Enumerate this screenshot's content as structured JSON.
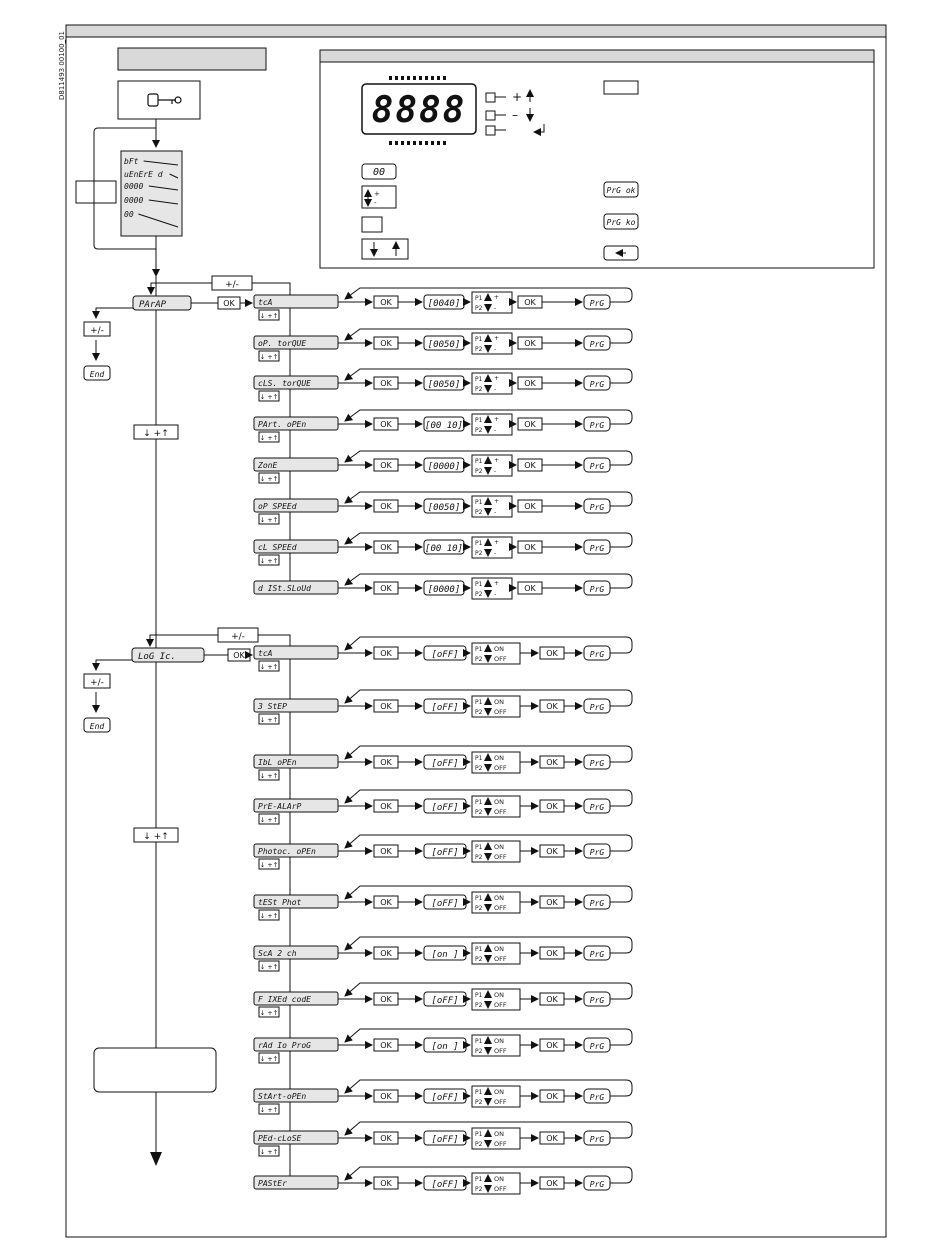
{
  "doc_code": "D811493 00100_01",
  "display": {
    "digits": "8888",
    "btn_plus": "+",
    "btn_minus": "–",
    "icon_zero": "00",
    "status_ok": "PrG ok",
    "status_ko": "PrG ko"
  },
  "lcd_lines": [
    "bFt",
    "uEnErE d",
    "0000",
    "0000",
    "00"
  ],
  "parameters": {
    "menu": "PArAP",
    "nav_plus_minus": "+/-",
    "nav_down_up": "↓ +↑",
    "end": "End",
    "ok": "OK",
    "prg": "PrG",
    "items": [
      {
        "label": "tcA",
        "value": "[0040]"
      },
      {
        "label": "oP. torQUE",
        "value": "[0050]"
      },
      {
        "label": "cLS. torQUE",
        "value": "[0050]"
      },
      {
        "label": "PArt. oPEn",
        "value": "[00 10]"
      },
      {
        "label": "ZonE",
        "value": "[0000]"
      },
      {
        "label": "oP SPEEd",
        "value": "[0050]"
      },
      {
        "label": "cL SPEEd",
        "value": "[00 10]"
      },
      {
        "label": "d ISt.SLoUd",
        "value": "[0000]"
      }
    ]
  },
  "logic": {
    "menu": "LoG Ic.",
    "nav_plus_minus": "+/-",
    "nav_down_up": "↓ +↑",
    "end": "End",
    "ok": "OK",
    "prg": "PrG",
    "on": "ON",
    "off": "OFF",
    "p1": "P1",
    "p2": "P2",
    "items": [
      {
        "label": "tcA",
        "value": "[oFF]"
      },
      {
        "label": "3 StEP",
        "value": "[oFF]"
      },
      {
        "label": "IbL oPEn",
        "value": "[oFF]"
      },
      {
        "label": "PrE-ALArP",
        "value": "[oFF]"
      },
      {
        "label": "Photoc. oPEn",
        "value": "[oFF]"
      },
      {
        "label": "tESt Phot",
        "value": "[oFF]"
      },
      {
        "label": "ScA 2 ch",
        "value": "[on ]"
      },
      {
        "label": "F IXEd codE",
        "value": "[oFF]"
      },
      {
        "label": "rAd Io ProG",
        "value": "[on ]"
      },
      {
        "label": "StArt-oPEn",
        "value": "[oFF]"
      },
      {
        "label": "PEd-cLoSE",
        "value": "[oFF]"
      },
      {
        "label": "PAStEr",
        "value": "[oFF]"
      }
    ]
  }
}
